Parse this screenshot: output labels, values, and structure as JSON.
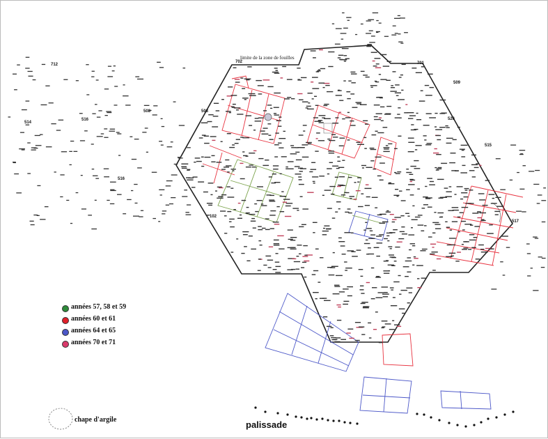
{
  "map": {
    "zone_label": "limite de la zone de fouilles",
    "chape_label": "chape d'argile",
    "palissade_label": "palissade"
  },
  "legend": {
    "items": [
      {
        "label": "années 57, 58 et 59",
        "color": "#2e8b3a"
      },
      {
        "label": "années 60 et 61",
        "color": "#e0202a"
      },
      {
        "label": "années 64 et 65",
        "color": "#4b57c8"
      },
      {
        "label": "années 70 et 71",
        "color": "#d93a6b"
      }
    ]
  },
  "colors": {
    "outline": "#222222",
    "green": "#7aa24a",
    "red": "#e8323f",
    "blue": "#4b57c8",
    "pink": "#e05a7a",
    "points": "#333333"
  },
  "point_labels": [
    "712",
    "514",
    "516",
    "508",
    "508",
    "702",
    "701",
    "509",
    "526",
    "515",
    "517",
    "102",
    "516"
  ]
}
